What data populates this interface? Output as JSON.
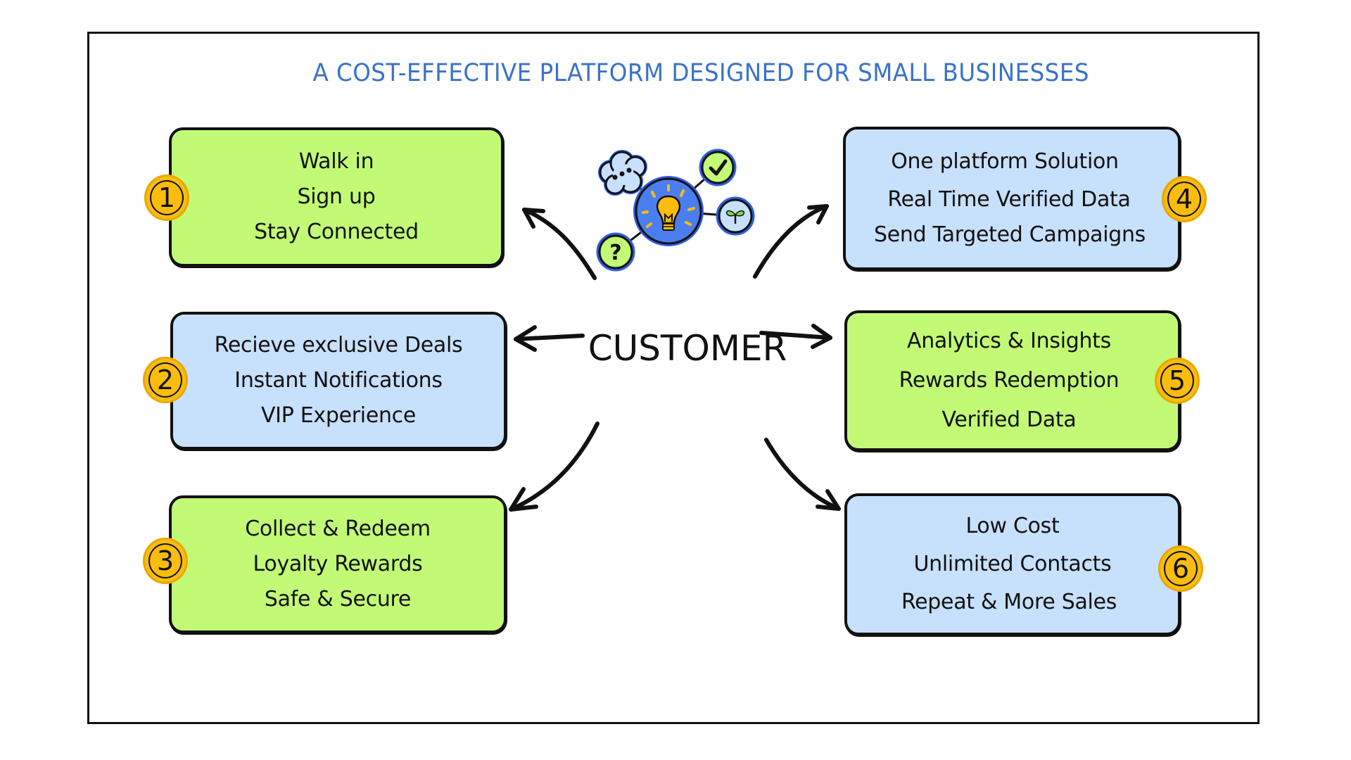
{
  "title": "A COST-EFFECTIVE PLATFORM DESIGNED FOR SMALL BUSINESSES",
  "center_label": "CUSTOMER",
  "colors": {
    "title": "#3a72c8",
    "green_card": "#c2fa76",
    "blue_card": "#c7e0fb",
    "badge": "#fbbd0d",
    "icon_blue": "#4a7ef0"
  },
  "center_icon": {
    "hub": "lightbulb-icon",
    "nodes": [
      "thought-cloud-icon",
      "checkmark-icon",
      "sprout-icon",
      "question-mark-icon"
    ]
  },
  "cards": [
    {
      "number": "1",
      "color": "green",
      "lines": [
        "Walk in",
        "Sign up",
        "Stay Connected"
      ]
    },
    {
      "number": "2",
      "color": "blue",
      "lines": [
        "Recieve exclusive Deals",
        "Instant Notifications",
        "VIP Experience"
      ]
    },
    {
      "number": "3",
      "color": "green",
      "lines": [
        "Collect & Redeem",
        "Loyalty Rewards",
        "Safe & Secure"
      ]
    },
    {
      "number": "4",
      "color": "blue",
      "lines": [
        "One platform Solution",
        "Real Time Verified Data",
        "Send Targeted Campaigns"
      ]
    },
    {
      "number": "5",
      "color": "green",
      "lines": [
        "Analytics & Insights",
        "Rewards Redemption",
        "Verified Data"
      ]
    },
    {
      "number": "6",
      "color": "blue",
      "lines": [
        "Low Cost",
        "Unlimited Contacts",
        "Repeat & More Sales"
      ]
    }
  ]
}
